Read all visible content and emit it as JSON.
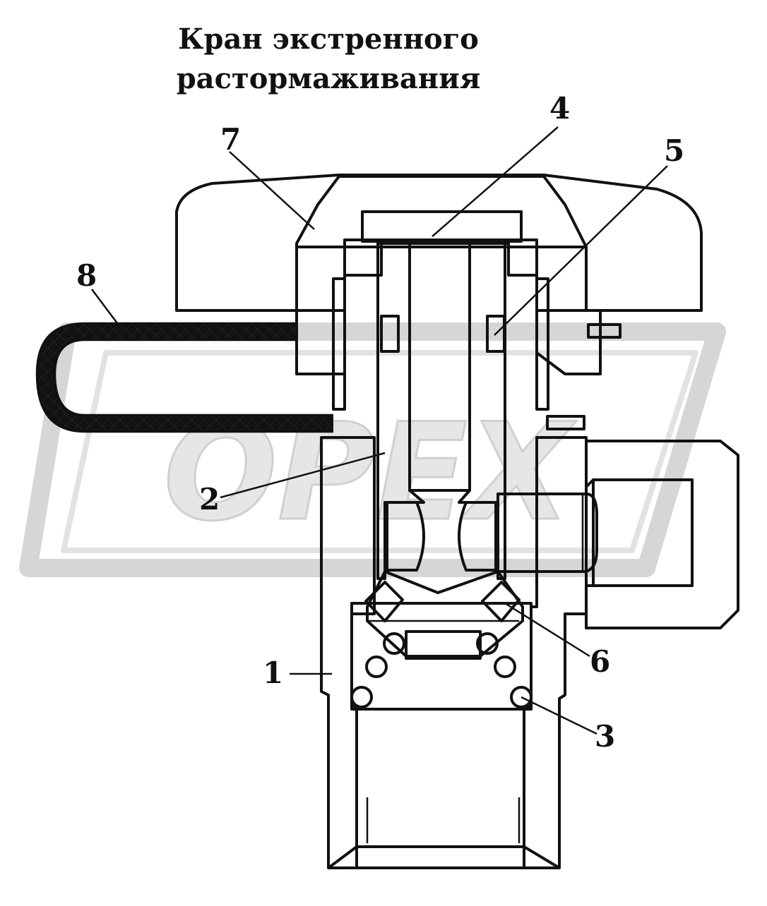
{
  "title": {
    "line1": "Кран экстренного",
    "line2": "растормаживания"
  },
  "watermark": {
    "text": "OPEX",
    "color": "#d9d9d9"
  },
  "callouts": [
    {
      "id": "1",
      "label": "1"
    },
    {
      "id": "2",
      "label": "2"
    },
    {
      "id": "3",
      "label": "3"
    },
    {
      "id": "4",
      "label": "4"
    },
    {
      "id": "5",
      "label": "5"
    },
    {
      "id": "6",
      "label": "6"
    },
    {
      "id": "7",
      "label": "7"
    },
    {
      "id": "8",
      "label": "8"
    }
  ],
  "colors": {
    "line": "#111111",
    "background": "#ffffff"
  }
}
